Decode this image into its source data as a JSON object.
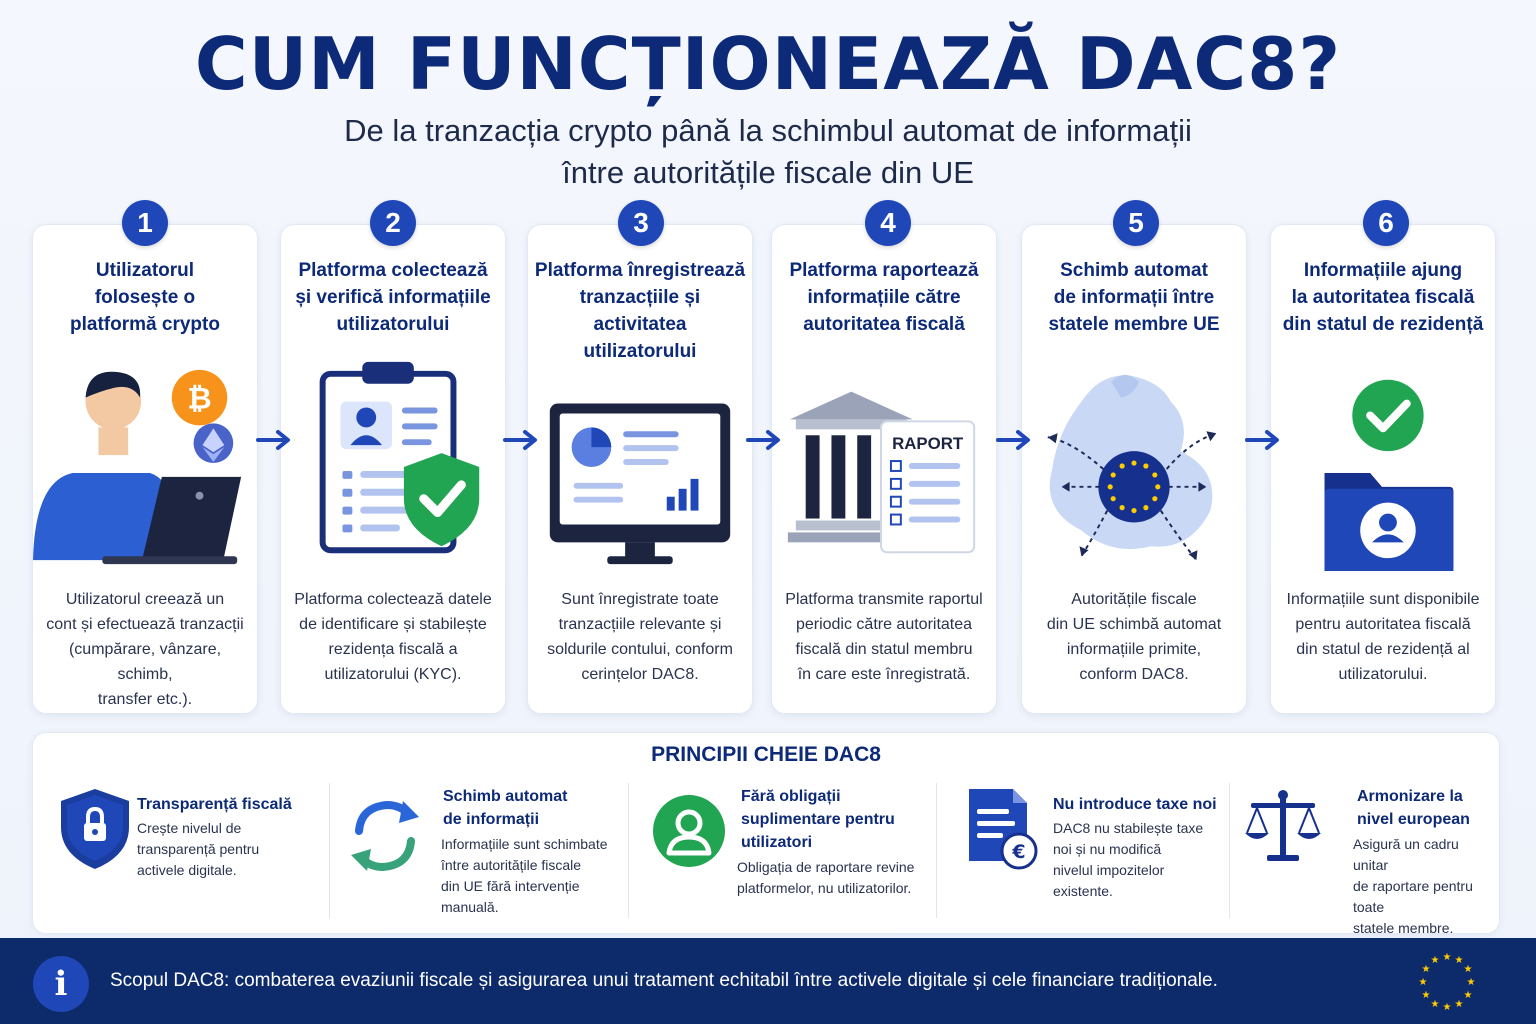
{
  "header": {
    "title": "CUM FUNCȚIONEAZĂ DAC8?",
    "subtitle_line1": "De la tranzacția crypto până la schimbul automat de informații",
    "subtitle_line2": "între autoritățile fiscale din UE"
  },
  "steps": [
    {
      "number": "1",
      "title": [
        "Utilizatorul",
        "folosește o",
        "platformă crypto"
      ],
      "description": [
        "Utilizatorul creează un",
        "cont și efectuează tranzacții",
        "(cumpărare, vânzare, schimb,",
        "transfer etc.)."
      ]
    },
    {
      "number": "2",
      "title": [
        "Platforma colectează",
        "și verifică informațiile",
        "utilizatorului"
      ],
      "description": [
        "Platforma colectează datele",
        "de identificare și stabilește",
        "rezidența fiscală a",
        "utilizatorului (KYC)."
      ]
    },
    {
      "number": "3",
      "title": [
        "Platforma înregistrează",
        "tranzacțiile și activitatea",
        "utilizatorului"
      ],
      "description": [
        "Sunt înregistrate toate",
        "tranzacțiile relevante și",
        "soldurile contului, conform",
        "cerințelor DAC8."
      ]
    },
    {
      "number": "4",
      "title": [
        "Platforma raportează",
        "informațiile către",
        "autoritatea fiscală"
      ],
      "description": [
        "Platforma transmite raportul",
        "periodic către autoritatea",
        "fiscală din statul membru",
        "în care este înregistrată."
      ],
      "report_label": "RAPORT"
    },
    {
      "number": "5",
      "title": [
        "Schimb automat",
        "de informații între",
        "statele membre UE"
      ],
      "description": [
        "Autoritățile fiscale",
        "din UE schimbă automat",
        "informațiile primite,",
        "conform DAC8."
      ]
    },
    {
      "number": "6",
      "title": [
        "Informațiile ajung",
        "la autoritatea fiscală",
        "din statul de rezidență"
      ],
      "description": [
        "Informațiile sunt disponibile",
        "pentru autoritatea fiscală",
        "din statul de rezidență al",
        "utilizatorului."
      ]
    }
  ],
  "principles": {
    "title": "PRINCIPII CHEIE DAC8",
    "items": [
      {
        "icon": "shield-lock-icon",
        "title": [
          "Transparență fiscală"
        ],
        "description": [
          "Crește nivelul de",
          "transparență pentru",
          "activele digitale."
        ]
      },
      {
        "icon": "sync-arrows-icon",
        "title": [
          "Schimb automat",
          "de informații"
        ],
        "description": [
          "Informațiile sunt schimbate",
          "între autoritățile fiscale",
          "din UE fără intervenție",
          "manuală."
        ]
      },
      {
        "icon": "user-circle-icon",
        "title": [
          "Fără obligații",
          "suplimentare pentru",
          "utilizatori"
        ],
        "description": [
          "Obligația de raportare revine",
          "platformelor, nu utilizatorilor."
        ]
      },
      {
        "icon": "document-euro-icon",
        "title": [
          "Nu introduce taxe noi"
        ],
        "description": [
          "DAC8 nu stabilește taxe",
          "noi și nu modifică",
          "nivelul impozitelor",
          "existente."
        ]
      },
      {
        "icon": "scales-icon",
        "title": [
          "Armonizare la",
          "nivel european"
        ],
        "description": [
          "Asigură un cadru unitar",
          "de raportare pentru toate",
          "statele membre."
        ]
      }
    ]
  },
  "footer": {
    "info_glyph": "i",
    "text": "Scopul DAC8: combaterea evaziunii fiscale și asigurarea unui tratament echitabil între activele digitale și cele financiare tradiționale."
  },
  "colors": {
    "primary": "#0d2a78",
    "accent": "#1f47b8",
    "green": "#22a552",
    "bitcoin": "#f7931a",
    "footer_bg": "#0d2a6b",
    "eu_yellow": "#ffcc00"
  }
}
